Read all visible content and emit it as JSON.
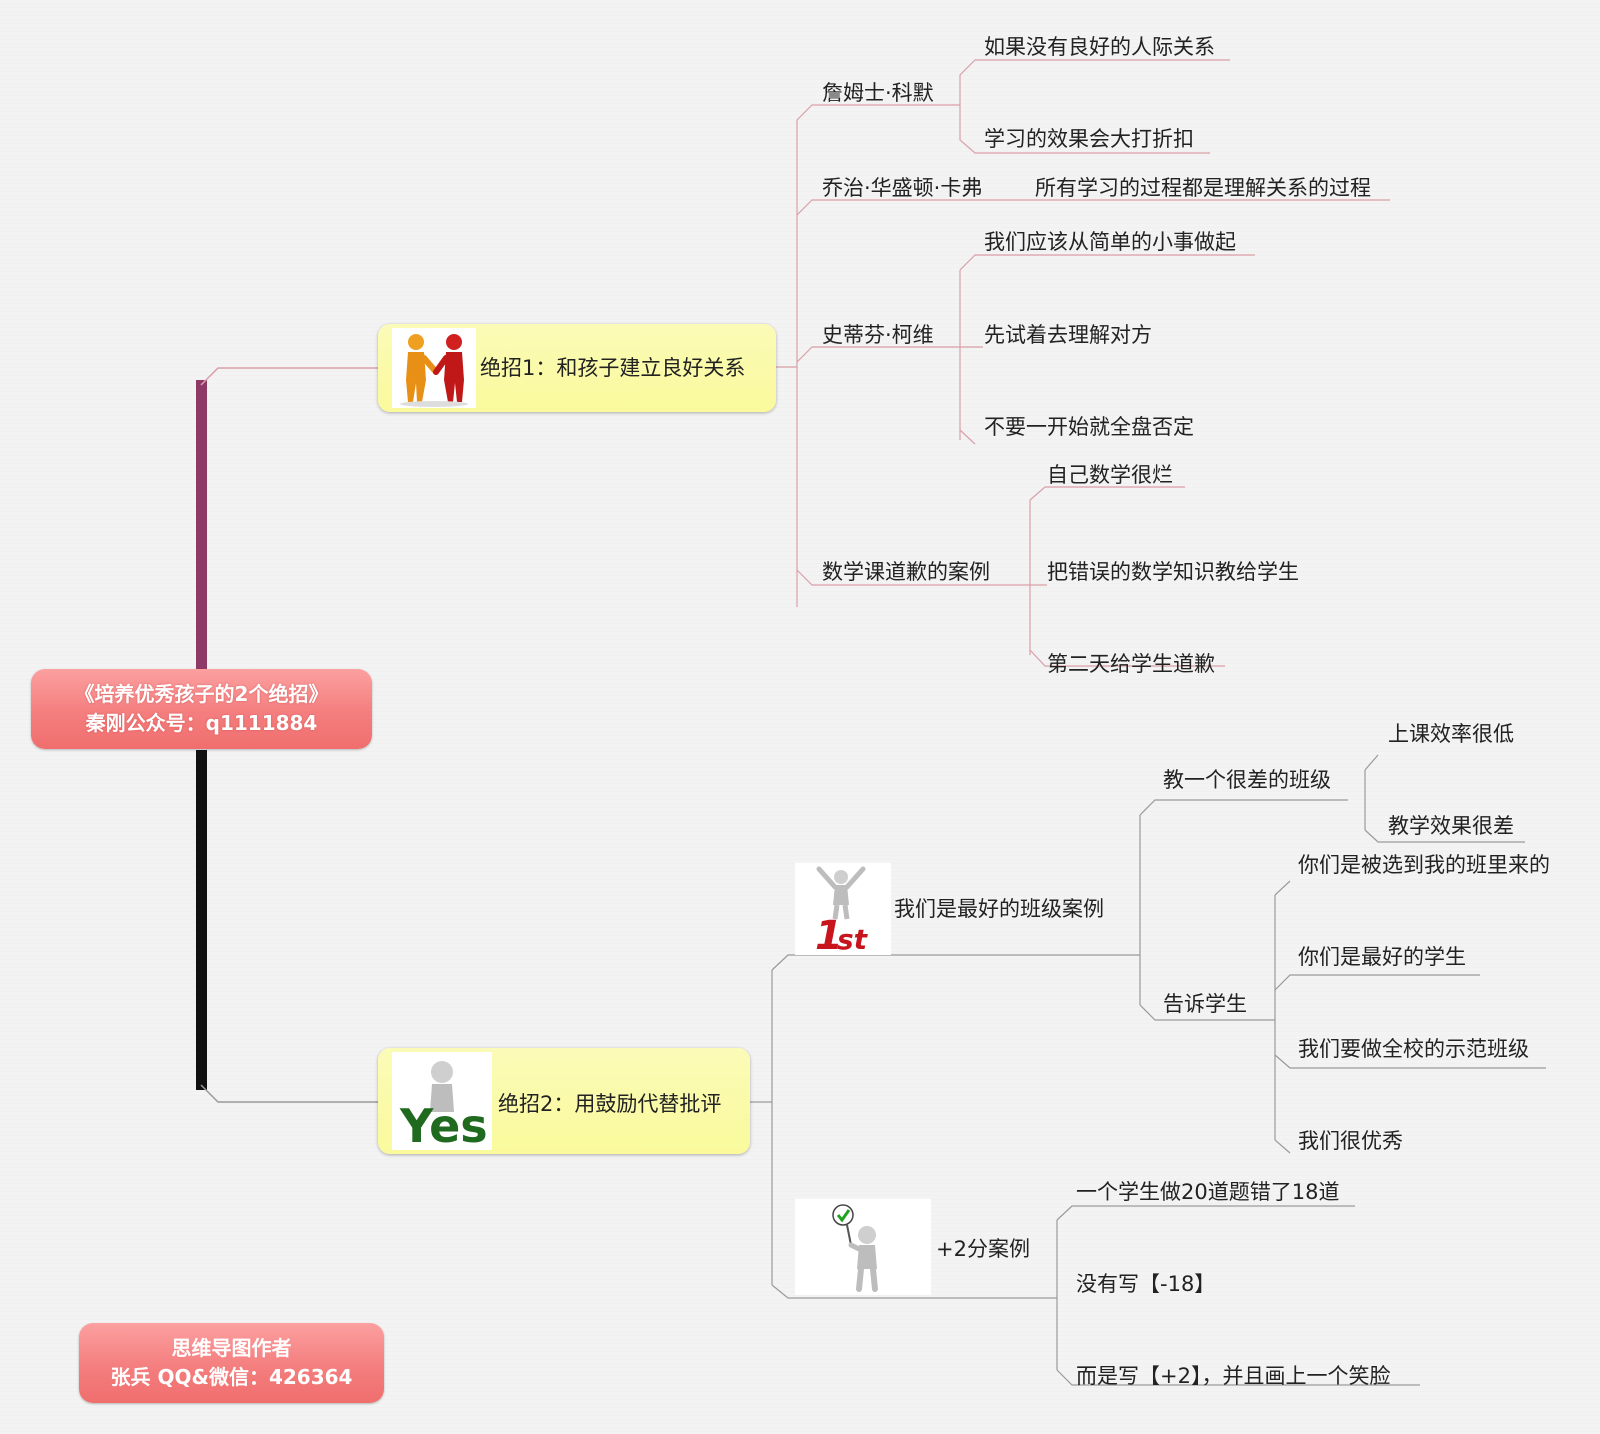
{
  "root": {
    "line1": "《培养优秀孩子的2个绝招》",
    "line2": "秦刚公众号：q1111884"
  },
  "author": {
    "line1": "思维导图作者",
    "line2": "张兵 QQ&微信：426364"
  },
  "branch1": {
    "label": "绝招1：和孩子建立良好关系",
    "icon": "handshake-icon",
    "children": {
      "james": "詹姆士·科默",
      "james_1": "如果没有良好的人际关系",
      "james_2": "学习的效果会大打折扣",
      "george": "乔治·华盛顿·卡弗",
      "george_1": "所有学习的过程都是理解关系的过程",
      "stephen": "史蒂芬·柯维",
      "stephen_1": "我们应该从简单的小事做起",
      "stephen_2": "先试着去理解对方",
      "stephen_3": "不要一开始就全盘否定",
      "math": "数学课道歉的案例",
      "math_1": "自己数学很烂",
      "math_2": "把错误的数学知识教给学生",
      "math_3": "第二天给学生道歉"
    }
  },
  "branch2": {
    "label": "绝招2：用鼓励代替批评",
    "icon": "yes-figure-icon",
    "best": {
      "label": "我们是最好的班级案例",
      "icon": "first-place-icon",
      "bad_class": "教一个很差的班级",
      "bad_1": "上课效率很低",
      "bad_2": "教学效果很差",
      "tell": "告诉学生",
      "tell_1": "你们是被选到我的班里来的",
      "tell_2": "你们是最好的学生",
      "tell_3": "我们要做全校的示范班级",
      "tell_4": "我们很优秀"
    },
    "plus2": {
      "label": "+2分案例",
      "icon": "checkmark-figure-icon",
      "c1": "一个学生做20道题错了18道",
      "c2": "没有写【-18】",
      "c3": "而是写【+2】，并且画上一个笑脸"
    }
  },
  "colors": {
    "root_pink": "#f47e7e",
    "node_yellow": "#fafa9c",
    "trunk_top": "#8e3a67",
    "trunk_bottom": "#111111",
    "line_pink": "#d9a0a8",
    "line_gray": "#9a9a9a"
  }
}
